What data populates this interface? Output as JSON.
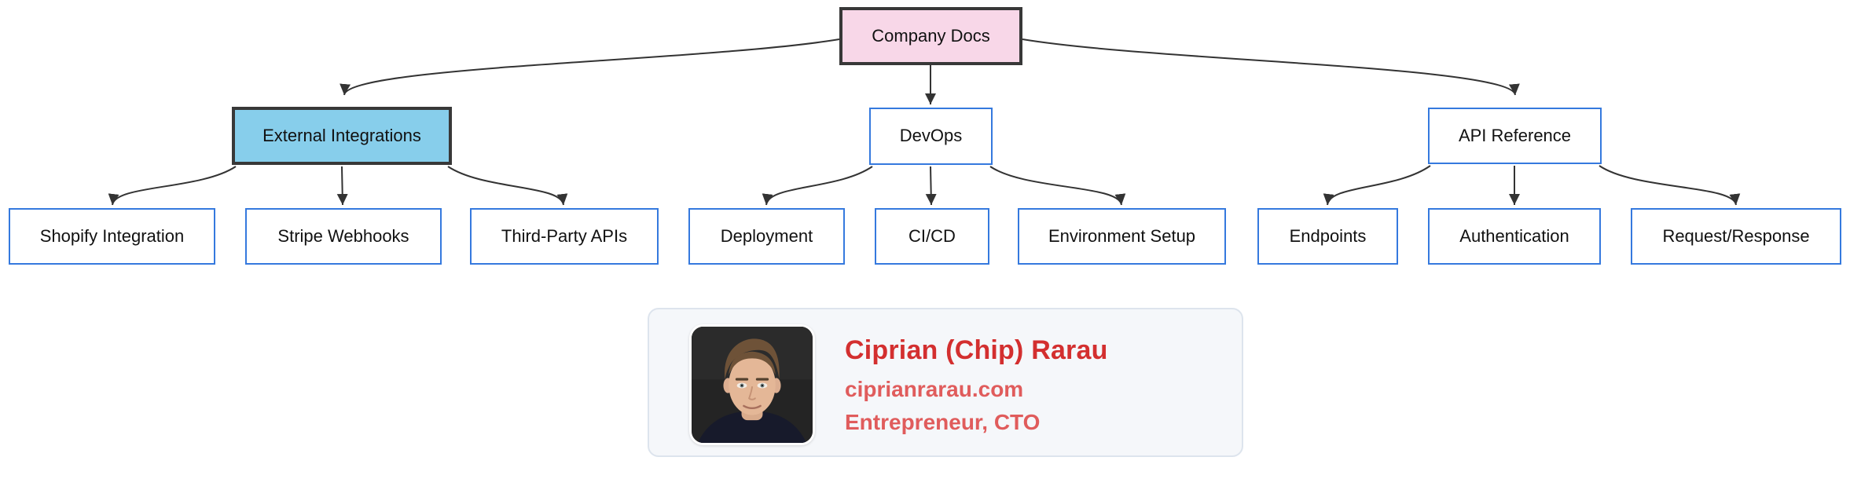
{
  "diagram": {
    "root": {
      "label": "Company Docs"
    },
    "branches": [
      {
        "label": "External Integrations",
        "children": [
          "Shopify Integration",
          "Stripe Webhooks",
          "Third-Party APIs"
        ]
      },
      {
        "label": "DevOps",
        "children": [
          "Deployment",
          "CI/CD",
          "Environment Setup"
        ]
      },
      {
        "label": "API Reference",
        "children": [
          "Endpoints",
          "Authentication",
          "Request/Response"
        ]
      }
    ],
    "colors": {
      "root_fill": "#f8d7e8",
      "highlight_fill": "#87ceeb",
      "dark_border": "#383838",
      "blue_border": "#3579de",
      "edge": "#333333"
    }
  },
  "profile_card": {
    "name": "Ciprian (Chip) Rarau",
    "website": "ciprianrarau.com",
    "role": "Entrepreneur, CTO",
    "photo": "portrait-photo",
    "colors": {
      "name_red": "#d32f2f",
      "accent_red": "#e05c5c",
      "card_bg": "#f5f7fa",
      "card_border": "#dde4ed"
    }
  }
}
